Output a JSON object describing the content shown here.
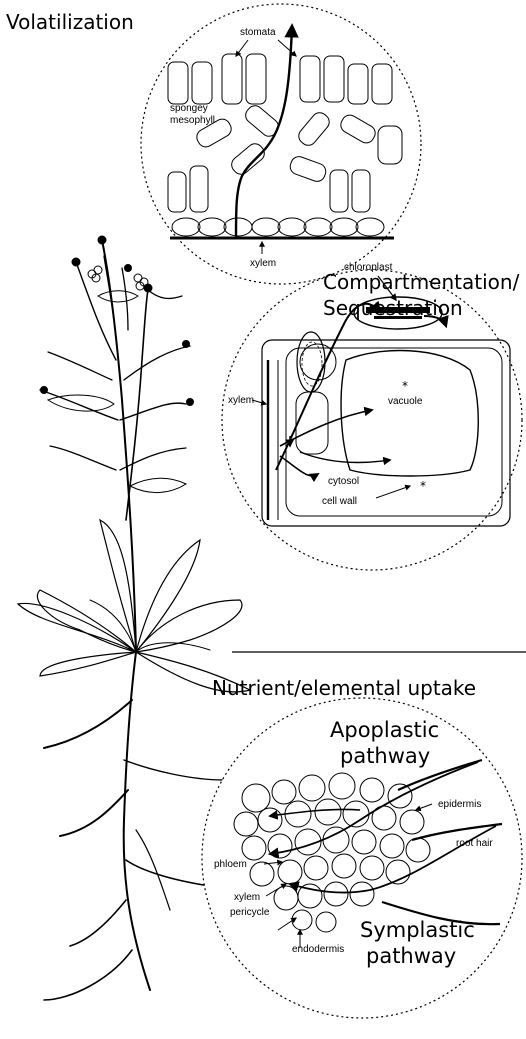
{
  "headings": {
    "volatilization": "Volatilization",
    "compartmentation_line1": "Compartmentation/",
    "compartmentation_line2": "Sequestration",
    "uptake": "Nutrient/elemental uptake"
  },
  "leaf_inset": {
    "stomata": "stomata",
    "spongy_line1": "spongey",
    "spongy_line2": "mesophyll",
    "xylem": "xylem"
  },
  "cell_inset": {
    "chloroplast": "chloroplast",
    "xylem": "xylem",
    "vacuole": "vacuole",
    "cytosol": "cytosol",
    "cell_wall": "cell wall",
    "marker": "*"
  },
  "root_inset": {
    "apoplastic_line1": "Apoplastic",
    "apoplastic_line2": "pathway",
    "epidermis": "epidermis",
    "root_hair": "root hair",
    "phloem": "phloem",
    "xylem": "xylem",
    "pericycle": "pericycle",
    "endodermis": "endodermis",
    "symplastic_line1": "Symplastic",
    "symplastic_line2": "pathway"
  }
}
